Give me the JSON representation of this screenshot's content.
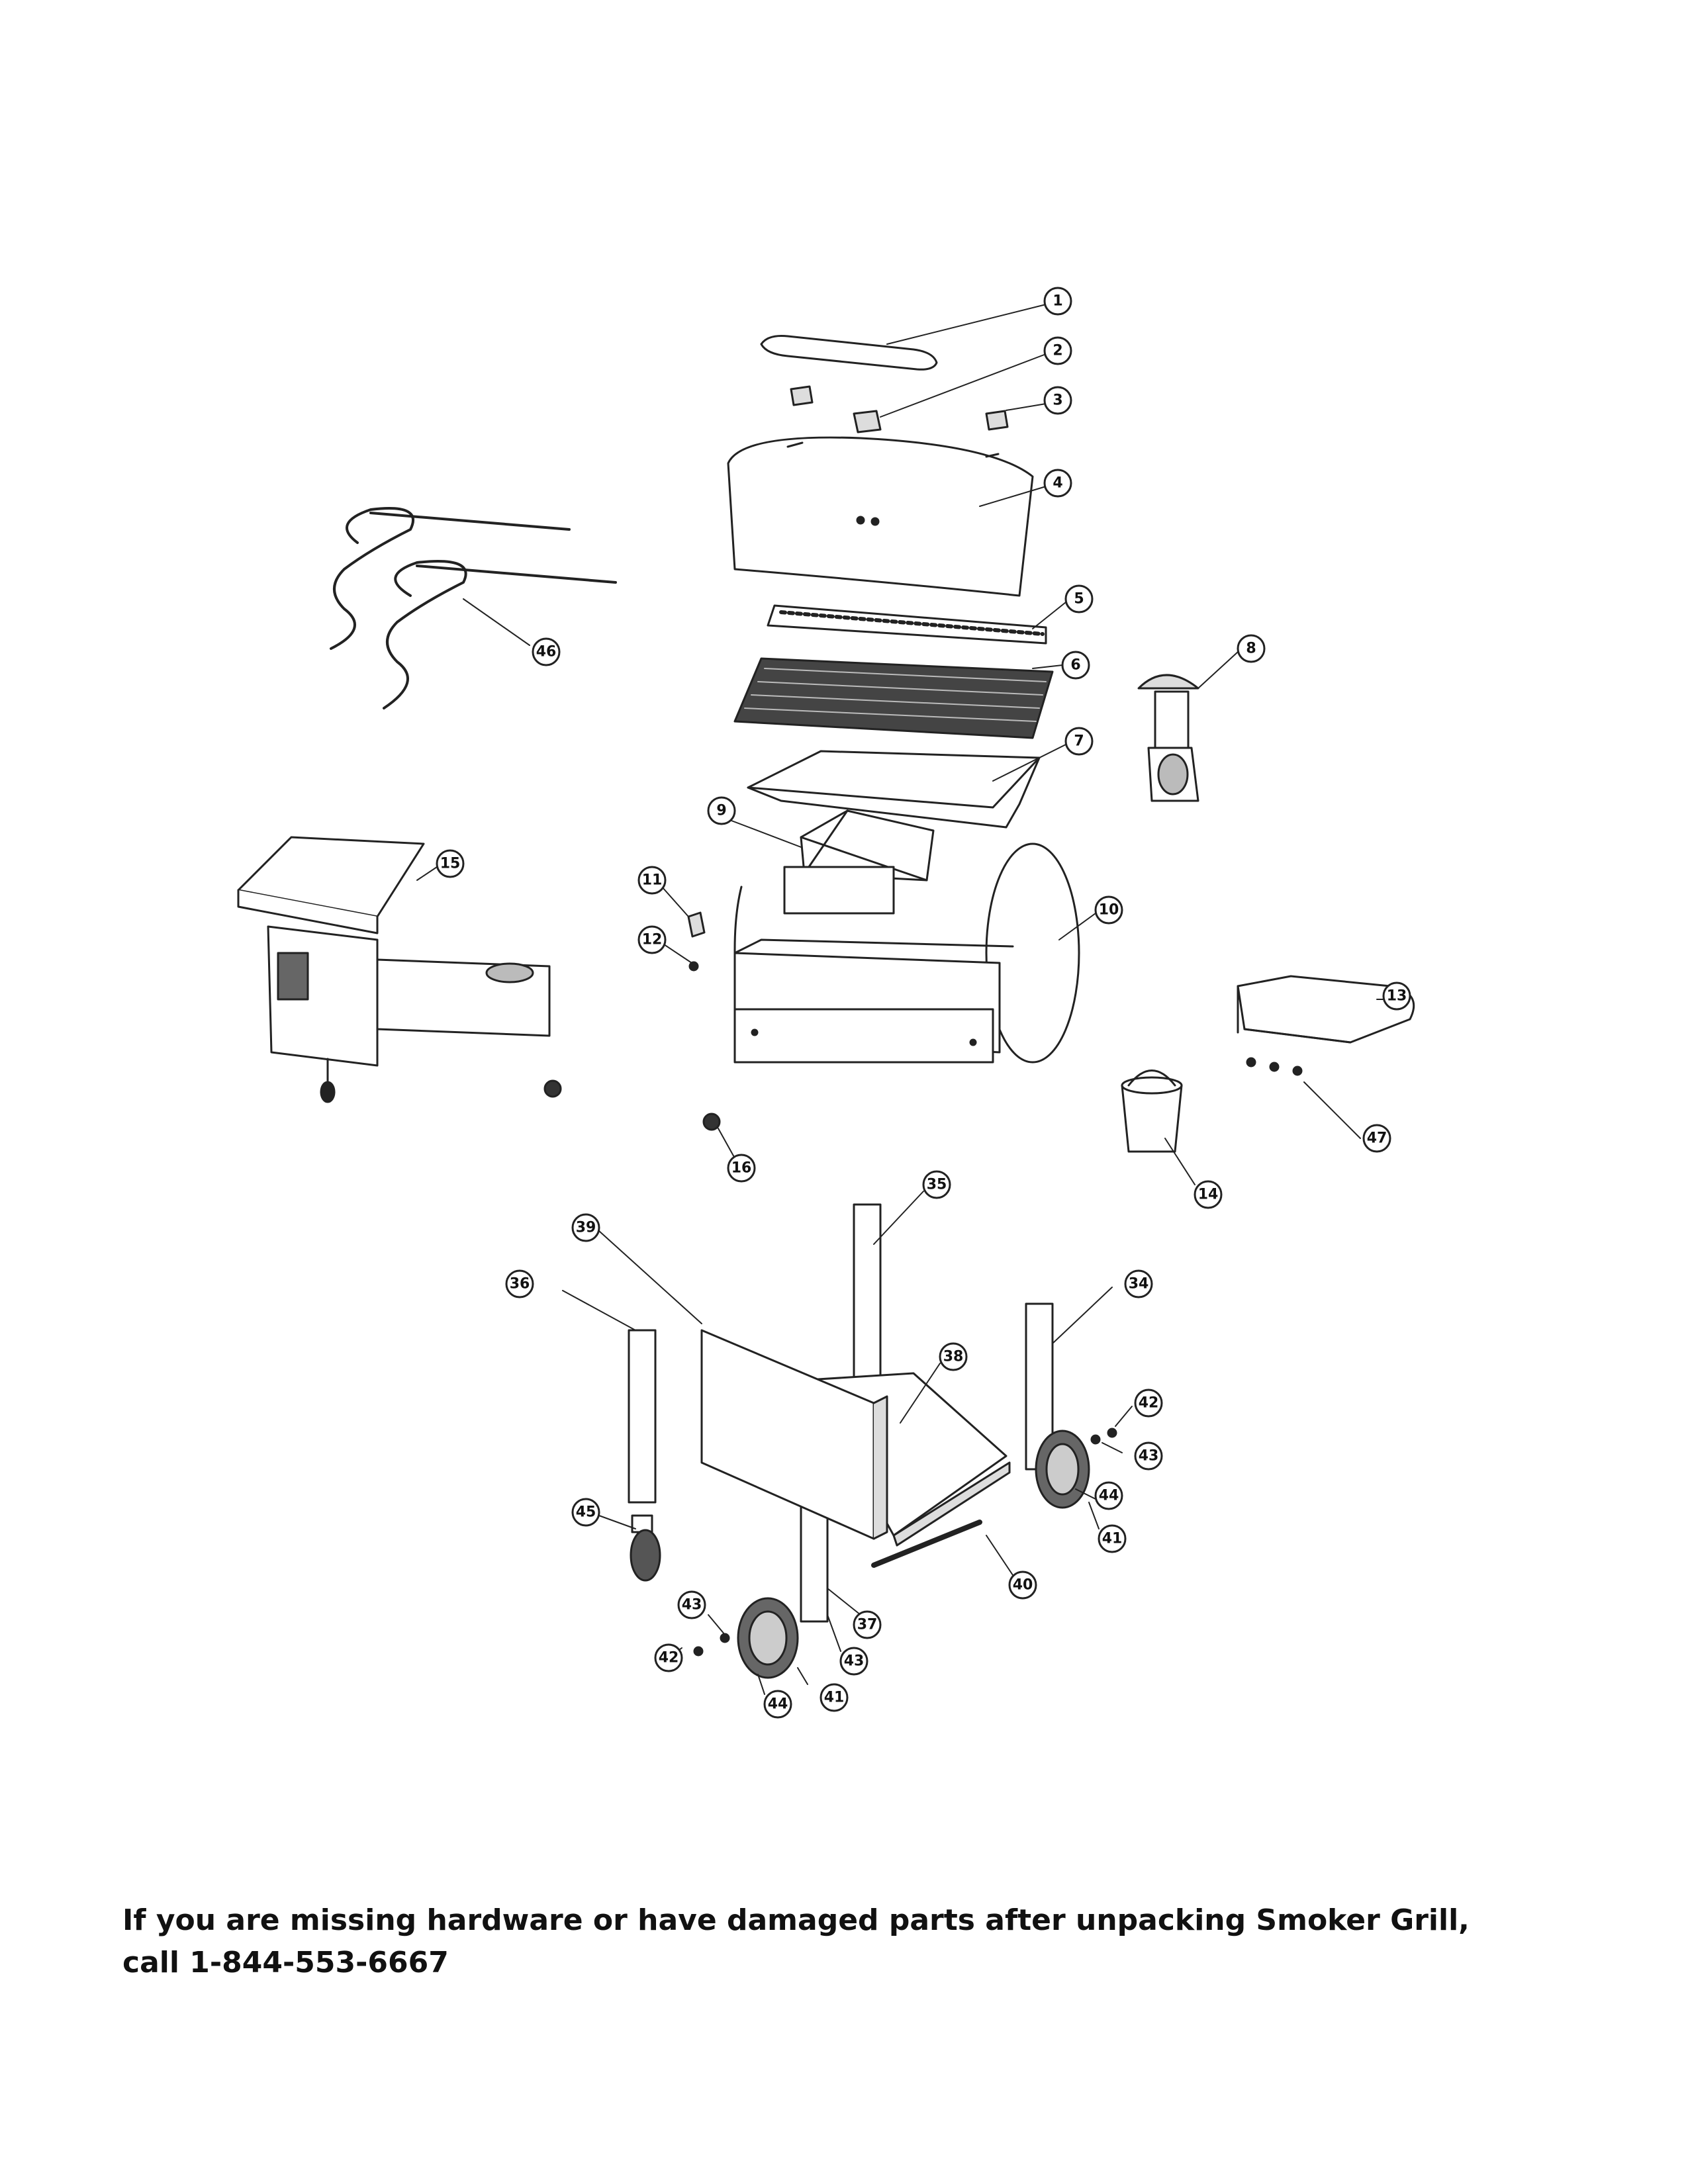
{
  "callouts": [
    {
      "id": "1",
      "label": "①"
    },
    {
      "id": "2",
      "label": "②"
    },
    {
      "id": "3",
      "label": "③"
    },
    {
      "id": "4",
      "label": "④"
    },
    {
      "id": "5",
      "label": "⑤"
    },
    {
      "id": "6",
      "label": "⑥"
    },
    {
      "id": "7",
      "label": "⑦"
    },
    {
      "id": "8",
      "label": "⑧"
    },
    {
      "id": "9",
      "label": "⑨"
    },
    {
      "id": "10",
      "label": "⑩"
    },
    {
      "id": "11",
      "label": "⑪"
    },
    {
      "id": "12",
      "label": "⑫"
    },
    {
      "id": "13",
      "label": "⑬"
    },
    {
      "id": "14",
      "label": "⑭"
    },
    {
      "id": "15",
      "label": "⑮"
    },
    {
      "id": "16",
      "label": "⑯"
    },
    {
      "id": "34",
      "label": "㉞"
    },
    {
      "id": "35",
      "label": "㉟"
    },
    {
      "id": "36",
      "label": "36"
    },
    {
      "id": "37",
      "label": "37"
    },
    {
      "id": "38",
      "label": "38"
    },
    {
      "id": "39",
      "label": "39"
    },
    {
      "id": "40",
      "label": "40"
    },
    {
      "id": "41a",
      "label": "41"
    },
    {
      "id": "41b",
      "label": "41"
    },
    {
      "id": "42a",
      "label": "42"
    },
    {
      "id": "42b",
      "label": "42"
    },
    {
      "id": "43a",
      "label": "43"
    },
    {
      "id": "43b",
      "label": "43"
    },
    {
      "id": "43c",
      "label": "43"
    },
    {
      "id": "44a",
      "label": "44"
    },
    {
      "id": "44b",
      "label": "44"
    },
    {
      "id": "45",
      "label": "45"
    },
    {
      "id": "46",
      "label": "46"
    },
    {
      "id": "47",
      "label": "47"
    }
  ],
  "footer": {
    "line1": "If you are missing hardware or have damaged parts after unpacking Smoker Grill,",
    "line2": "call 1-844-553-6667"
  }
}
